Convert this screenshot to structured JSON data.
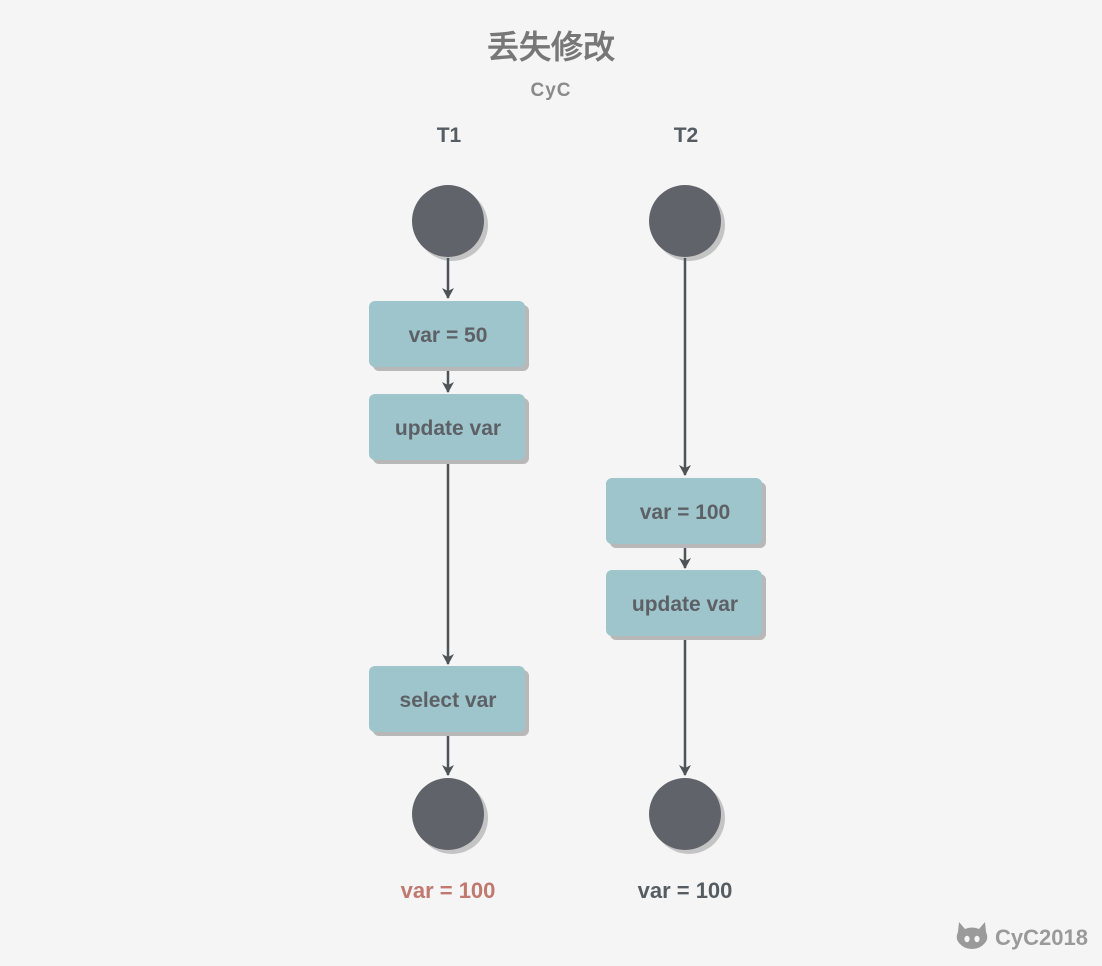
{
  "title": "丢失修改",
  "subtitle": "CyC",
  "lanes": [
    {
      "label": "T1",
      "steps": [
        "var = 50",
        "update var",
        "select var"
      ],
      "result": "var = 100",
      "result_color": "#c0786f"
    },
    {
      "label": "T2",
      "steps": [
        "var = 100",
        "update var"
      ],
      "result": "var = 100",
      "result_color": "#555d63"
    }
  ],
  "watermark": {
    "text": "CyC2018",
    "icon": "github-octocat-icon"
  },
  "colors": {
    "node": "#606369",
    "box_fill": "#9dc5cb",
    "arrow": "#505356",
    "background": "#f5f5f5"
  }
}
